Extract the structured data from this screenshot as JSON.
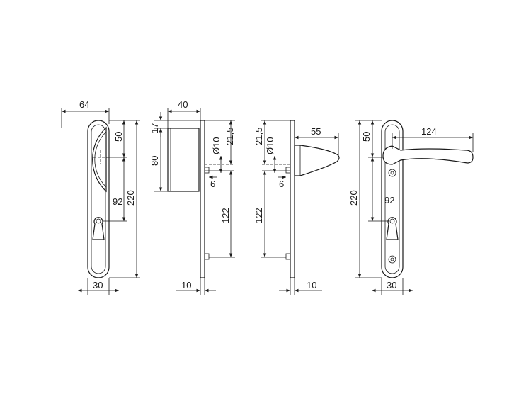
{
  "dimensions": {
    "knob_width": "64",
    "knob_top_offset": "50",
    "front_distance": "92",
    "front_length": "220",
    "front_width": "30",
    "knob_depth": "40",
    "knob_top_edge": "17",
    "knob_height": "80",
    "spindle_diameter": "Ø10",
    "spindle_offset": "21,5",
    "spindle_depth": "6",
    "screw_distance": "122",
    "plate_thickness": "10",
    "lever_back_offset": "21,5",
    "lever_back_diameter": "Ø10",
    "lever_back_depth": "6",
    "lever_back_screw": "122",
    "lever_back_plate": "10",
    "lever_projection": "55",
    "lever_top_offset": "50",
    "lever_length": "124",
    "lever_front_length": "220",
    "lever_front_distance": "92",
    "lever_front_width": "30"
  }
}
